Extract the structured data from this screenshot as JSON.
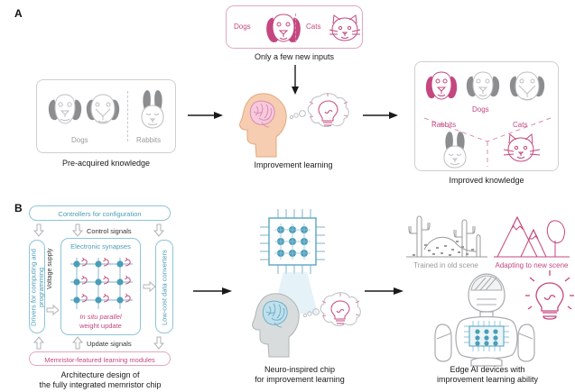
{
  "figure": {
    "panels": [
      {
        "letter": "A"
      },
      {
        "letter": "B"
      }
    ],
    "colors": {
      "pink": "#c4477f",
      "pink_light": "#d98cb2",
      "teal": "#4b9db8",
      "teal_light": "#8fc4da",
      "grey": "#9a9a9a",
      "grey_light": "#cfcfcf",
      "skin": "#f6cdb0",
      "brain_pink": "#f7c9dd",
      "head_grey": "#d9dcdd",
      "brain_blue": "#bfe0ec"
    }
  },
  "panelA": {
    "new_inputs_box": {
      "label_dogs": "Dogs",
      "label_cats": "Cats",
      "caption": "Only a few new inputs"
    },
    "pre_acquired_box": {
      "label_dogs": "Dogs",
      "label_rabbits": "Rabbits",
      "caption": "Pre-acquired knowledge"
    },
    "learning": {
      "caption": "Improvement learning"
    },
    "improved_box": {
      "label_dogs": "Dogs",
      "label_rabbits": "Rabbits",
      "label_cats": "Cats",
      "caption": "Improved knowledge"
    }
  },
  "panelB": {
    "architecture": {
      "controllers": "Controllers for configuration",
      "control_signals": "Control signals",
      "drivers": "Drivers for computing and programming",
      "voltage_supply": "Voltage supply",
      "synapses_title": "Electronic synapses",
      "weight_update_l1": "In situ parallel",
      "weight_update_l2": "weight update",
      "converters": "Low-cost data converters",
      "update_signals": "Update signals",
      "memristor_modules": "Memristor-featured learning modules",
      "caption_l1": "Architecture design of",
      "caption_l2": "the fully integrated memristor chip"
    },
    "chip": {
      "caption_l1": "Neuro-inspired chip",
      "caption_l2": "for improvement learning"
    },
    "edge": {
      "old_scene": "Trained in old scene",
      "new_scene": "Adapting to new scene",
      "caption_l1": "Edge AI devices with",
      "caption_l2": "improvement learning ability"
    }
  }
}
